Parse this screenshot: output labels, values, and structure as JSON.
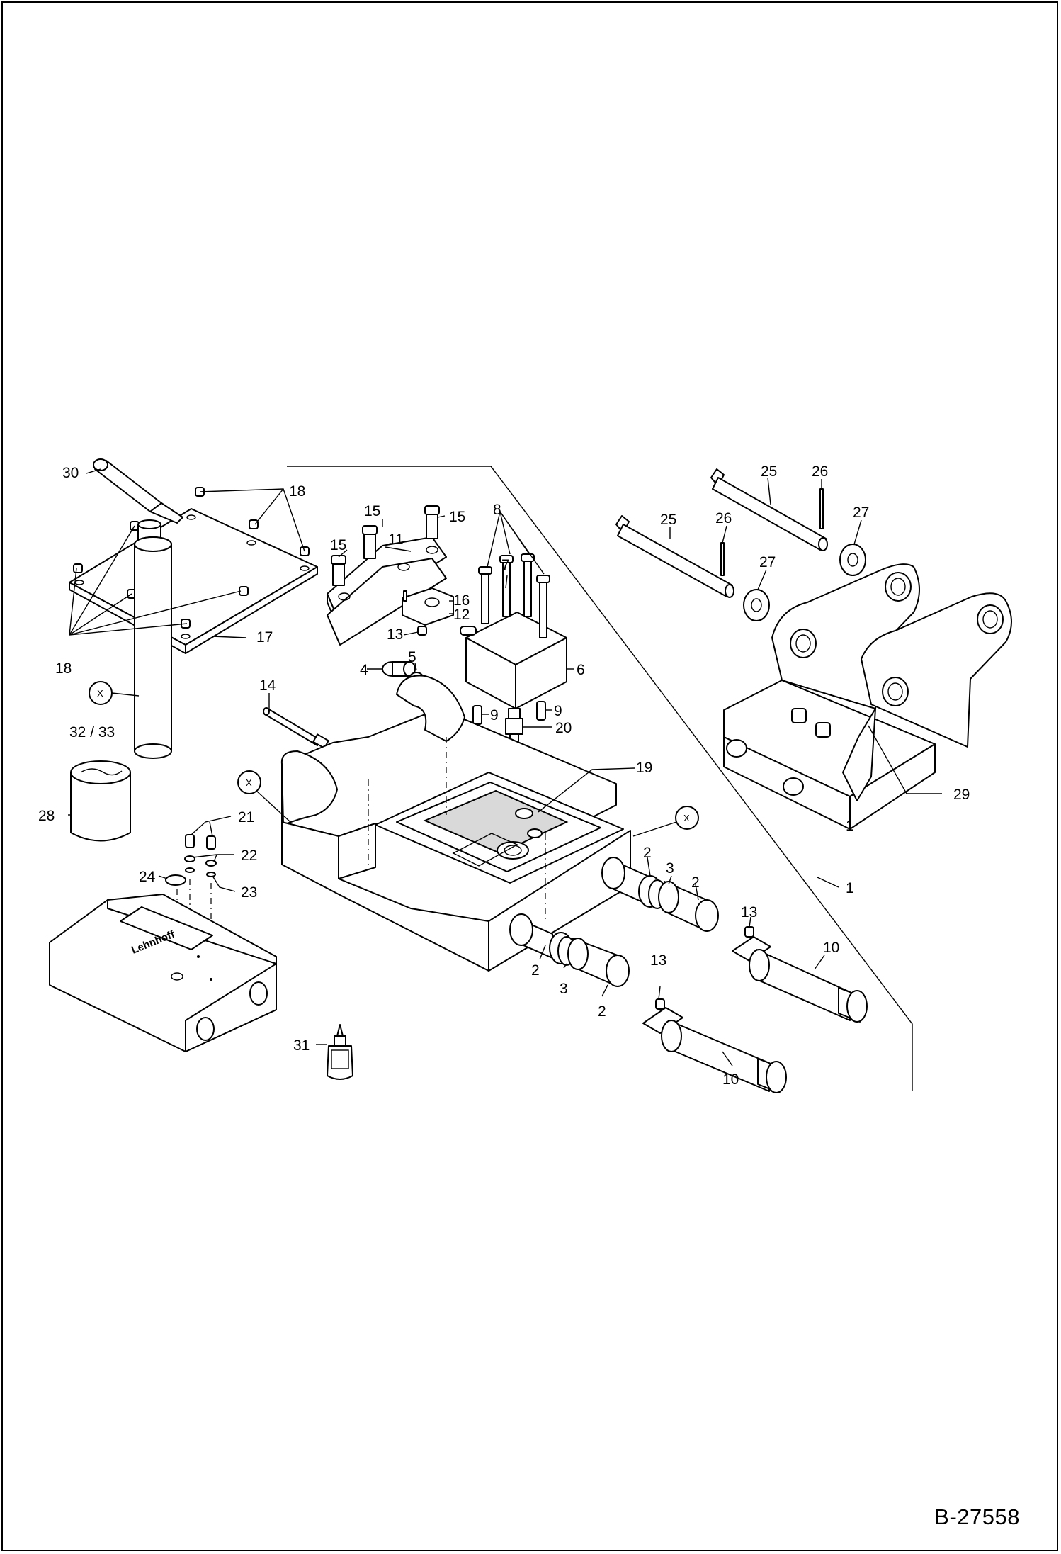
{
  "document_number": "B-27558",
  "callouts": {
    "c1": "1",
    "c2": "2",
    "c3": "3",
    "c4": "4",
    "c5": "5",
    "c6": "6",
    "c7": "7",
    "c8": "8",
    "c9": "9",
    "c10": "10",
    "c11": "11",
    "c12": "12",
    "c13": "13",
    "c14": "14",
    "c15": "15",
    "c16": "16",
    "c17": "17",
    "c18": "18",
    "c19": "19",
    "c20": "20",
    "c21": "21",
    "c22": "22",
    "c23": "23",
    "c24": "24",
    "c25": "25",
    "c26": "26",
    "c27": "27",
    "c28": "28",
    "c29": "29",
    "c30": "30",
    "c31": "31",
    "c32_33": "32 / 33"
  },
  "reference_mark": "X",
  "coupler_brand": "Lehnhoff"
}
